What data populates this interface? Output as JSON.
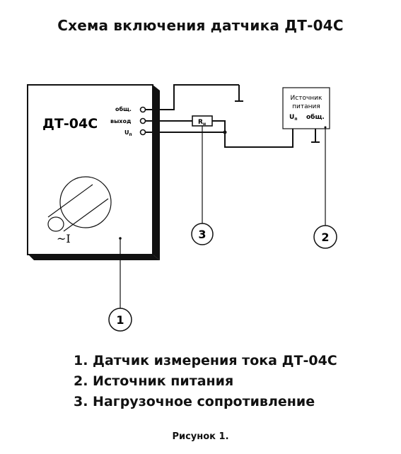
{
  "title": "Схема включения датчика ДТ-04С",
  "sensor": {
    "label": "ДТ-04С",
    "pins": [
      "общ.",
      "выход",
      "U"
    ],
    "pin_subscript": "п",
    "current_symbol": "~I"
  },
  "resistor": {
    "label": "R",
    "subscript": "н"
  },
  "power_supply": {
    "line1": "Источник",
    "line2": "питания",
    "pin_u": "U",
    "pin_u_sub": "п",
    "pin_common": "общ."
  },
  "callouts": [
    "1",
    "2",
    "3"
  ],
  "legend": [
    "1. Датчик измерения тока ДТ-04С",
    "2. Источник питания",
    "3. Нагрузочное сопротивление"
  ],
  "caption": "Рисунок 1."
}
